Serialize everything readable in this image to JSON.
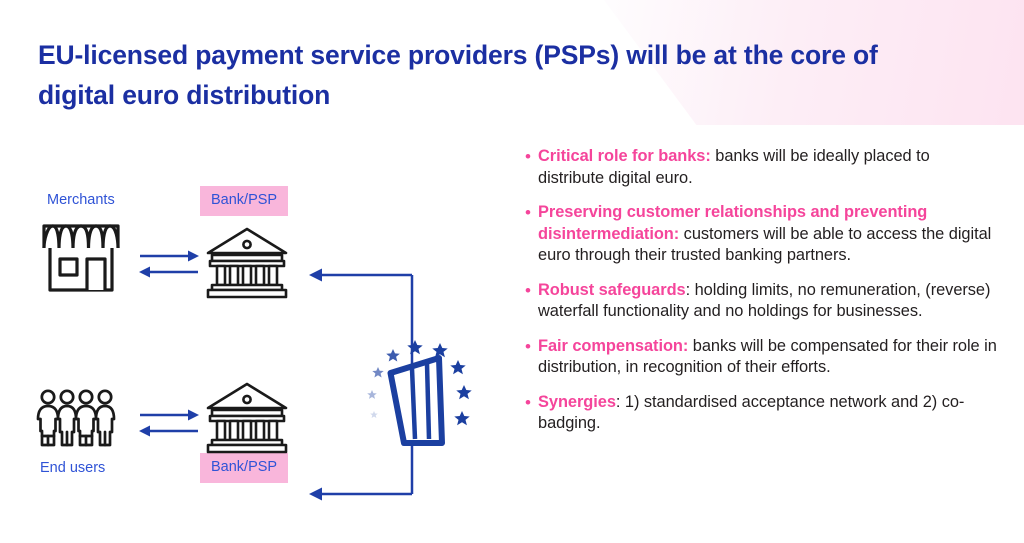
{
  "slide": {
    "title_line_1": "EU-licensed payment service providers (PSPs) will be at the core of",
    "title_line_2": "digital euro distribution",
    "title_color": "#1B2FA2",
    "accent_pink": "#F5459B",
    "chip_pink": "#F9B6DB",
    "link_blue": "#2F53D6",
    "background": "#FFFFFF"
  },
  "diagram": {
    "merchants_label": "Merchants",
    "end_users_label": "End users",
    "bank_psp_top_label": "Bank/PSP",
    "bank_psp_bottom_label": "Bank/PSP",
    "icons": {
      "merchants": "shop-icon",
      "end_users": "people-group-icon",
      "bank_top": "bank-building-icon",
      "bank_bottom": "bank-building-icon",
      "central_bank": "ecb-euro-stars-logo"
    },
    "connectors": {
      "merchant_to_bank": "arrow-right",
      "bank_to_merchant": "arrow-left",
      "users_to_bank": "arrow-right",
      "bank_to_users": "arrow-left",
      "ecb_to_bank_top": "elbow-arrow-left",
      "ecb_to_bank_bottom": "elbow-arrow-left"
    }
  },
  "bullets": [
    {
      "marker": "•",
      "lead": "Critical role for banks:",
      "lead_colon_pink": true,
      "body": " banks will be ideally placed to distribute digital euro."
    },
    {
      "marker": "•",
      "lead": "Preserving customer relationships and preventing disintermediation:",
      "lead_colon_pink": true,
      "body": " customers will be able to access the digital euro through their trusted banking partners."
    },
    {
      "marker": "•",
      "lead": "Robust safeguards",
      "lead_colon_pink": false,
      "body": ": holding limits, no remuneration, (reverse) waterfall functionality and no holdings for businesses."
    },
    {
      "marker": "•",
      "lead": "Fair compensation:",
      "lead_colon_pink": true,
      "body": " banks will be compensated for their role in distribution, in recognition of their efforts."
    },
    {
      "marker": "•",
      "lead": "Synergies",
      "lead_colon_pink": false,
      "body": ": 1) standardised acceptance network and 2) co-badging."
    }
  ]
}
